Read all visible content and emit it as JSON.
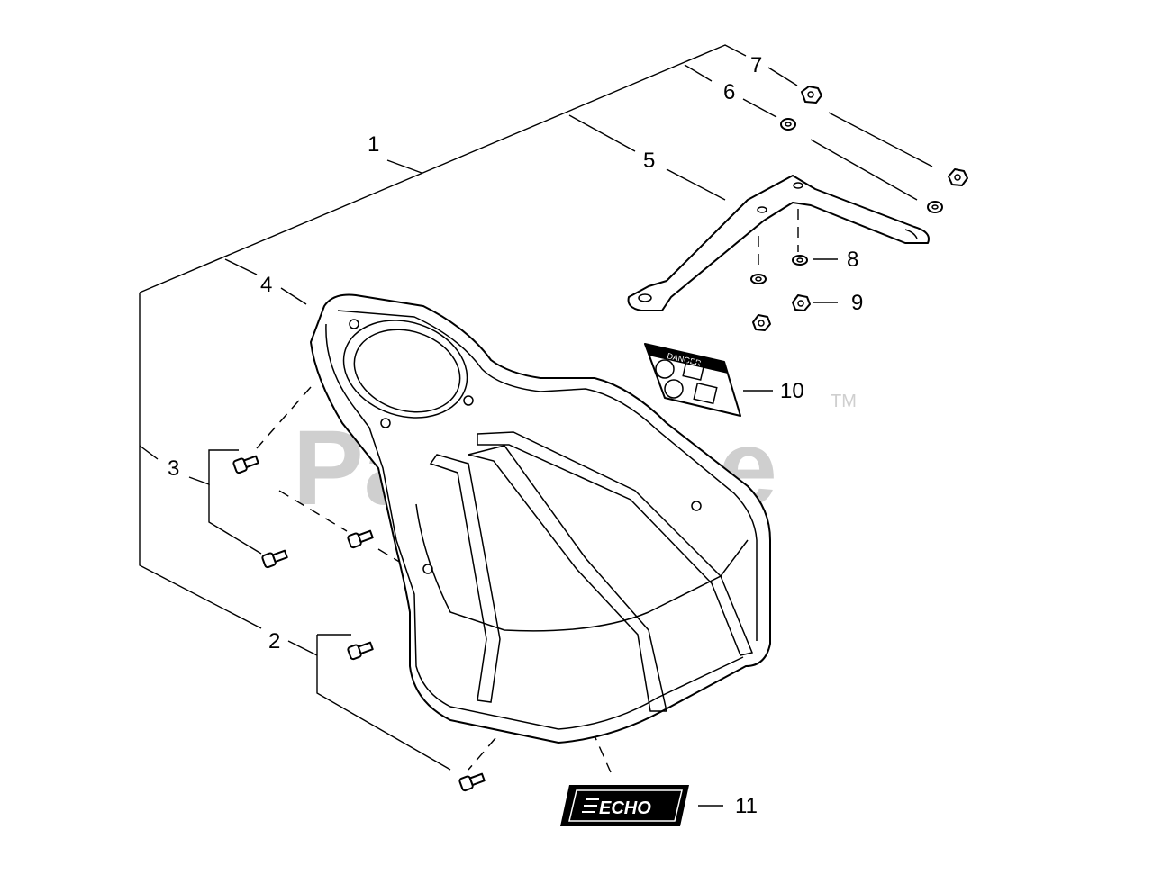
{
  "watermark": {
    "text": "PartsTree",
    "trademark": "TM"
  },
  "callouts": [
    "1",
    "2",
    "3",
    "4",
    "5",
    "6",
    "7",
    "8",
    "9",
    "10",
    "11"
  ],
  "decal_10": {
    "header": "DANGER"
  },
  "decal_11": {
    "text": "ECHO"
  }
}
